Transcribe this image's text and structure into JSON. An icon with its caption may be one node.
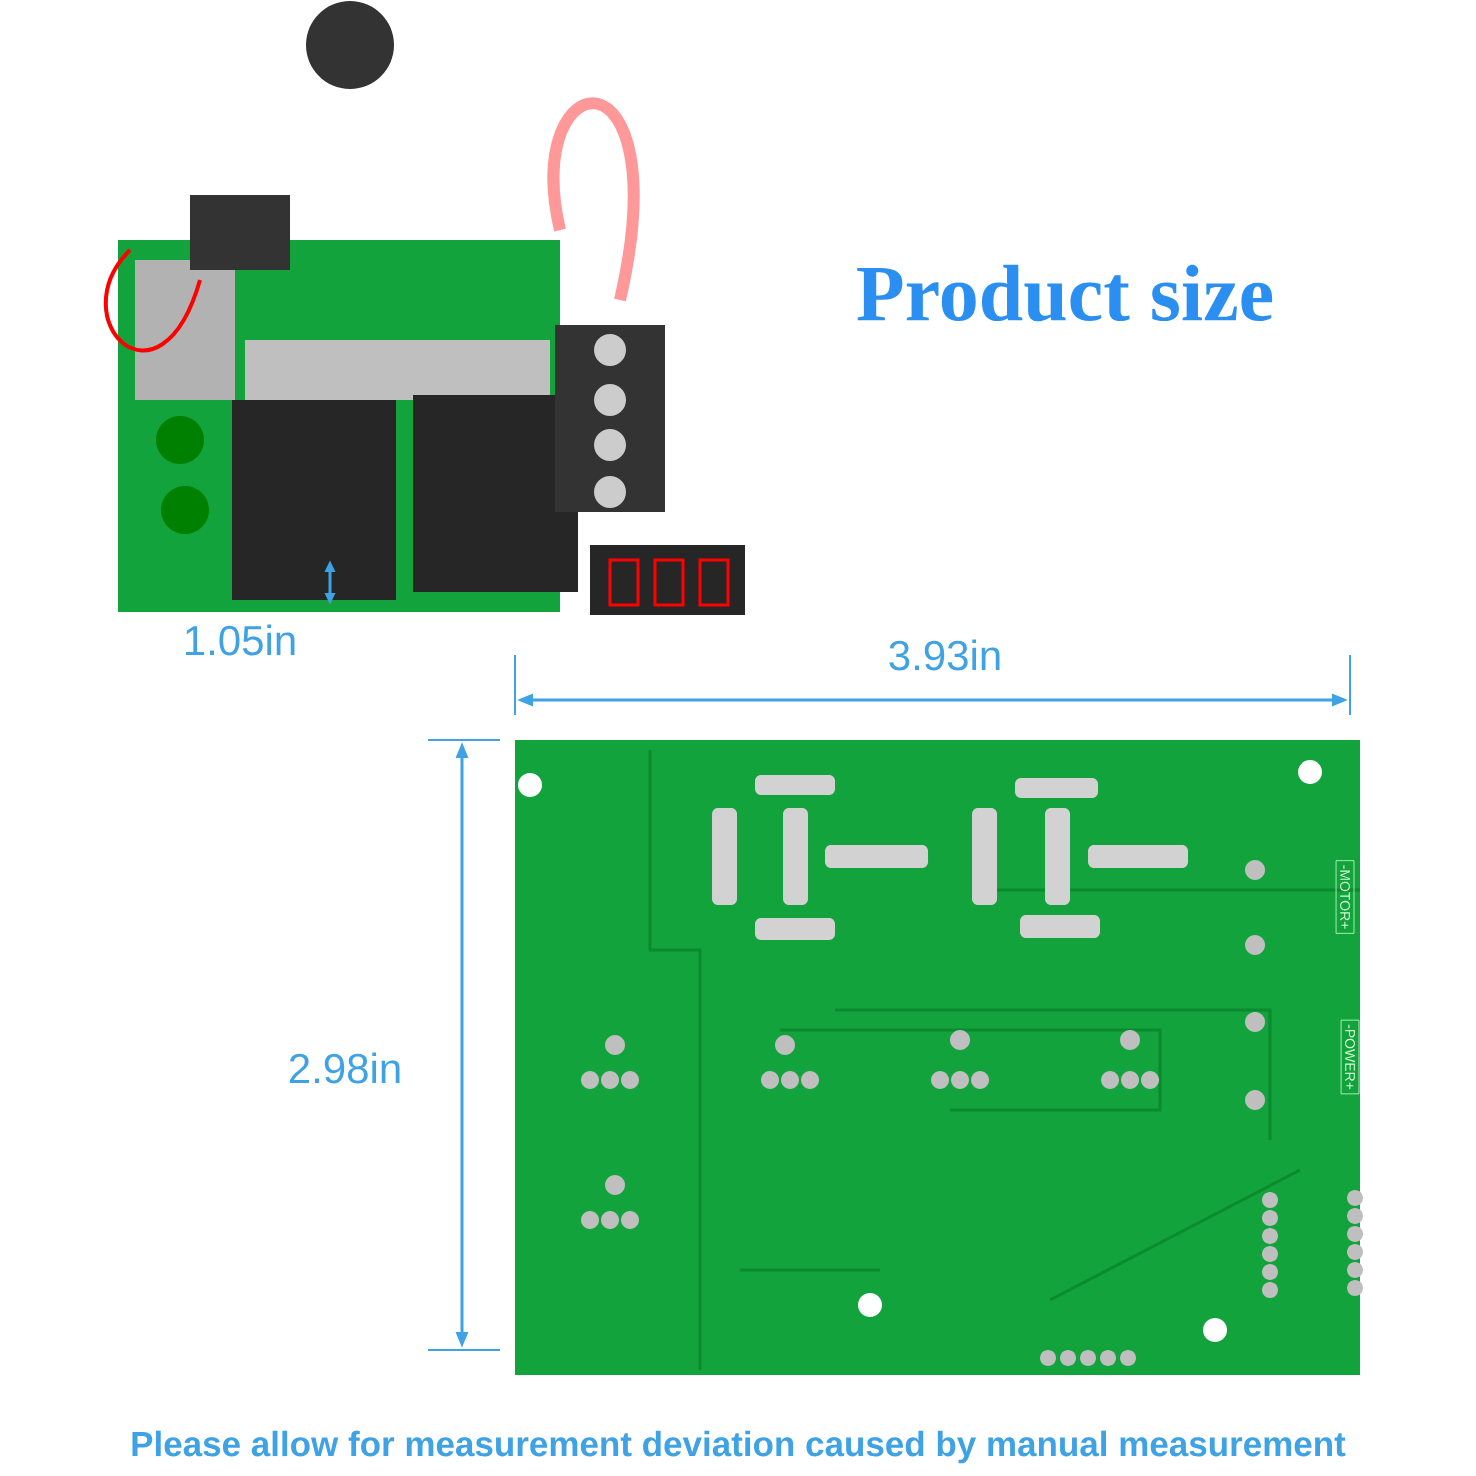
{
  "diagram": {
    "title": "Product size",
    "labels": [
      "1.05in",
      "3.93in",
      "2.98in",
      "-MOTOR+",
      "-POWER+"
    ],
    "caption": "Please allow for measurement deviation caused by manual measurement"
  }
}
